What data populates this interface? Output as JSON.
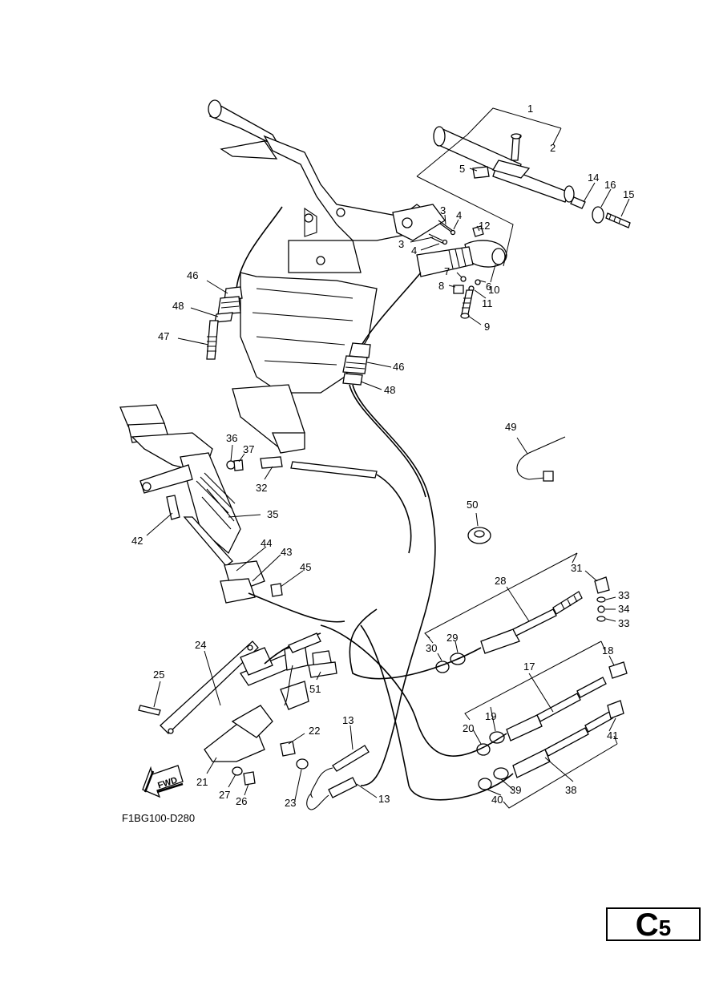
{
  "figure_code": "F1BG100-D280",
  "fwd_label": "FWD",
  "page_ref": {
    "letter": "C",
    "number": "5"
  },
  "callouts": [
    "1",
    "2",
    "3",
    "3",
    "4",
    "4",
    "5",
    "6",
    "7",
    "8",
    "9",
    "10",
    "11",
    "12",
    "13",
    "13",
    "14",
    "15",
    "16",
    "17",
    "18",
    "19",
    "20",
    "21",
    "22",
    "23",
    "24",
    "25",
    "26",
    "27",
    "28",
    "29",
    "30",
    "31",
    "32",
    "33",
    "33",
    "34",
    "35",
    "36",
    "37",
    "38",
    "39",
    "40",
    "41",
    "42",
    "43",
    "44",
    "45",
    "46",
    "46",
    "47",
    "48",
    "48",
    "49",
    "50",
    "51"
  ]
}
